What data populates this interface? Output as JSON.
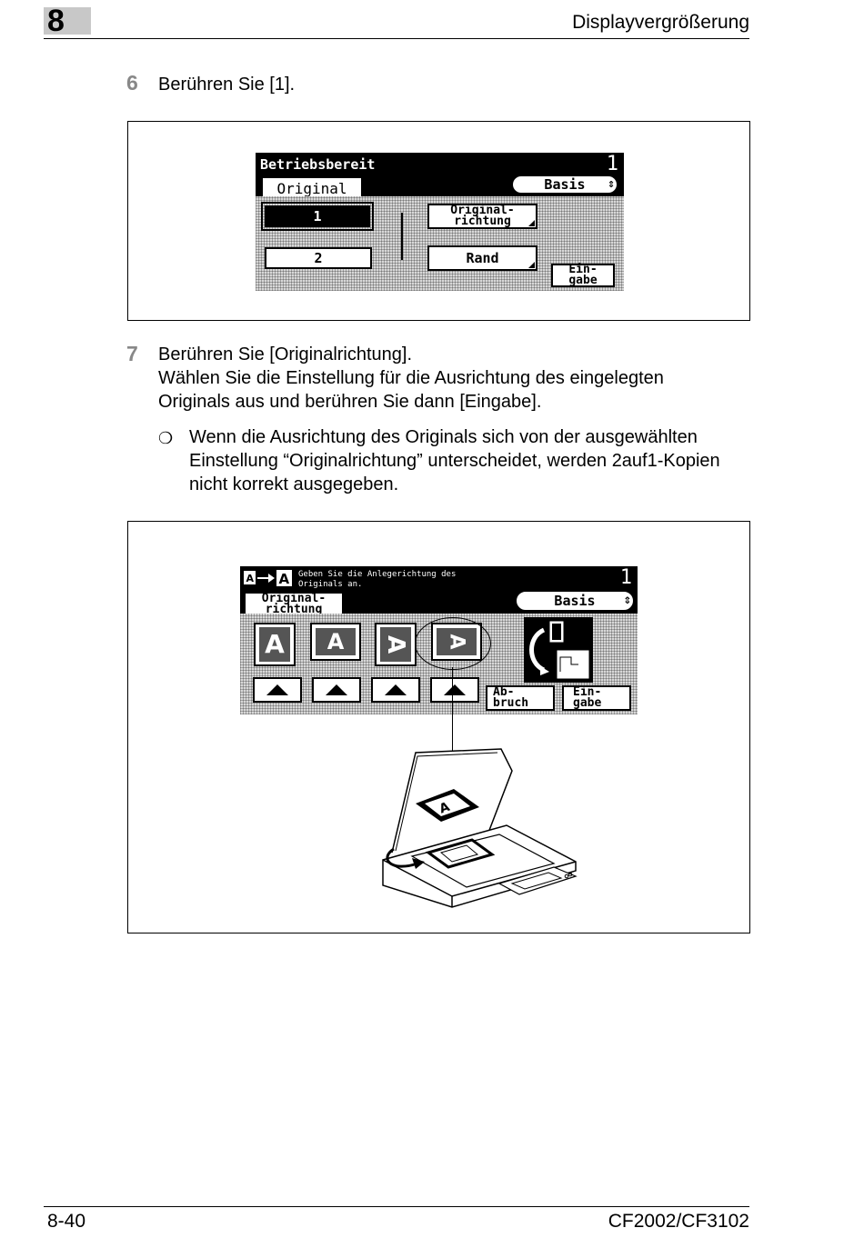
{
  "header": {
    "chapter": "8",
    "title": "Displayvergrößerung"
  },
  "footer": {
    "page": "8-40",
    "model": "CF2002/CF3102"
  },
  "step6": {
    "number": "6",
    "text": "Berühren Sie [1]."
  },
  "screen1": {
    "status": "Betriebsbereit",
    "counter": "1",
    "tab": "Original",
    "basis": "Basis",
    "btn_1": "1",
    "btn_2": "2",
    "orient_line1": "Original-",
    "orient_line2": "richtung",
    "rand": "Rand",
    "enter_line1": "Ein-",
    "enter_line2": "gabe"
  },
  "step7": {
    "number": "7",
    "line1": "Berühren Sie [Originalrichtung].",
    "line2": "Wählen Sie die Einstellung für die Ausrichtung des eingelegten",
    "line3": "Originals aus und berühren Sie dann [Eingabe].",
    "bullet_symbol": "❍",
    "note_line1": "Wenn die Ausrichtung des Originals sich von der ausgewählten",
    "note_line2": "Einstellung “Originalrichtung” unterscheidet, werden 2auf1-Kopien",
    "note_line3": "nicht korrekt ausgegeben."
  },
  "screen2": {
    "msg_line1": "Geben Sie die Anlegerichtung des",
    "msg_line2": "Originals an.",
    "counter": "1",
    "tab_line1": "Original-",
    "tab_line2": "richtung",
    "basis": "Basis",
    "orient_glyph": "A",
    "cancel_line1": "Ab-",
    "cancel_line2": "bruch",
    "enter_line1": "Ein-",
    "enter_line2": "gabe"
  }
}
